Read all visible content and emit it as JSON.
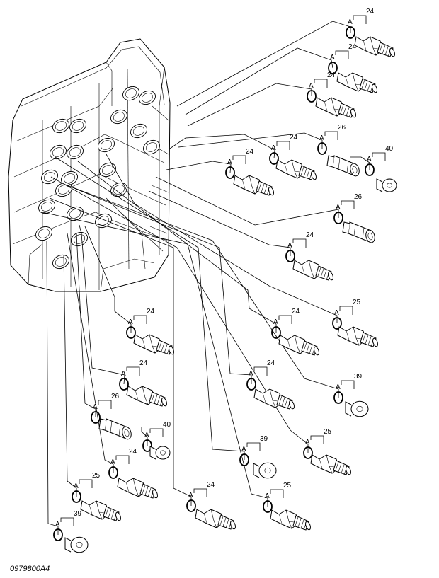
{
  "figure": {
    "code": "0979800A4"
  },
  "labels": {
    "oring": "A"
  },
  "parts": [
    {
      "num": "24",
      "kind": "fitting"
    },
    {
      "num": "24",
      "kind": "fitting"
    },
    {
      "num": "24",
      "kind": "fitting"
    },
    {
      "num": "24",
      "kind": "fitting"
    },
    {
      "num": "26",
      "kind": "adapter"
    },
    {
      "num": "40",
      "kind": "plug-small"
    },
    {
      "num": "24",
      "kind": "fitting"
    },
    {
      "num": "26",
      "kind": "adapter"
    },
    {
      "num": "24",
      "kind": "fitting"
    },
    {
      "num": "25",
      "kind": "fitting"
    },
    {
      "num": "24",
      "kind": "fitting"
    },
    {
      "num": "24",
      "kind": "fitting"
    },
    {
      "num": "24",
      "kind": "fitting"
    },
    {
      "num": "24",
      "kind": "fitting"
    },
    {
      "num": "39",
      "kind": "plug"
    },
    {
      "num": "26",
      "kind": "adapter"
    },
    {
      "num": "40",
      "kind": "plug-small"
    },
    {
      "num": "39",
      "kind": "plug"
    },
    {
      "num": "25",
      "kind": "fitting"
    },
    {
      "num": "24",
      "kind": "fitting"
    },
    {
      "num": "25",
      "kind": "fitting"
    },
    {
      "num": "24",
      "kind": "fitting"
    },
    {
      "num": "25",
      "kind": "fitting"
    },
    {
      "num": "39",
      "kind": "plug"
    }
  ]
}
